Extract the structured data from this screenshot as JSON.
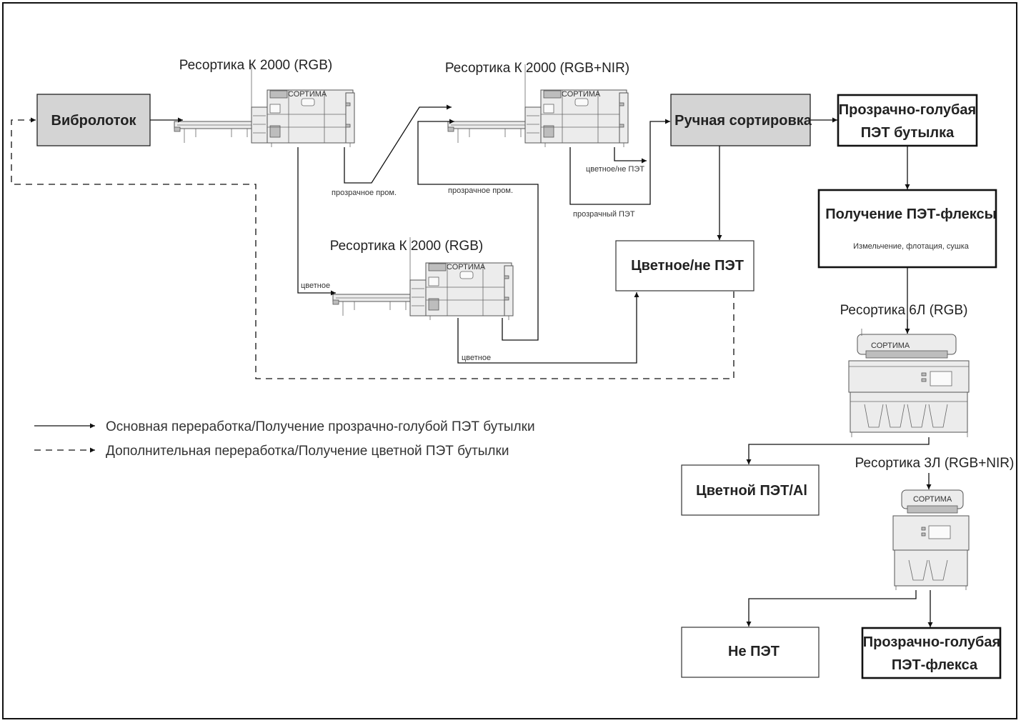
{
  "boxes": {
    "vibro": "Вибролоток",
    "manual": "Ручная сортировка",
    "clear_bottle_1": "Прозрачно-голубая",
    "clear_bottle_2": "ПЭТ бутылка",
    "flakes_title": "Получение ПЭТ-флексы",
    "flakes_sub": "Измельчение, флотация, сушка",
    "colored_nonpet": "Цветное/не ПЭТ",
    "colored_pet_al": "Цветной ПЭТ/Al",
    "non_pet": "Не ПЭТ",
    "clear_flake_1": "Прозрачно-голубая",
    "clear_flake_2": "ПЭТ-флекса"
  },
  "machines": {
    "k2000_rgb_1": "Ресортика К 2000 (RGB)",
    "k2000_rgbnir": "Ресортика К 2000 (RGB+NIR)",
    "k2000_rgb_2": "Ресортика К 2000 (RGB)",
    "r6l": "Ресортика 6Л (RGB)",
    "r3l": "Ресортика 3Л (RGB+NIR)",
    "brand": "СОРТИМА"
  },
  "flows": {
    "clear_interm_1": "прозрачное пром.",
    "clear_interm_2": "прозрачное пром.",
    "colored_nonpet_small": "цветное/не ПЭТ",
    "clear_pet_small": "прозрачный ПЭТ",
    "colored_1": "цветное",
    "colored_2": "цветное"
  },
  "legend": {
    "solid": "Основная переработка/Получение прозрачно-голубой ПЭТ бутылки",
    "dashed": "Дополнительная переработка/Получение цветной ПЭТ бутылки"
  }
}
